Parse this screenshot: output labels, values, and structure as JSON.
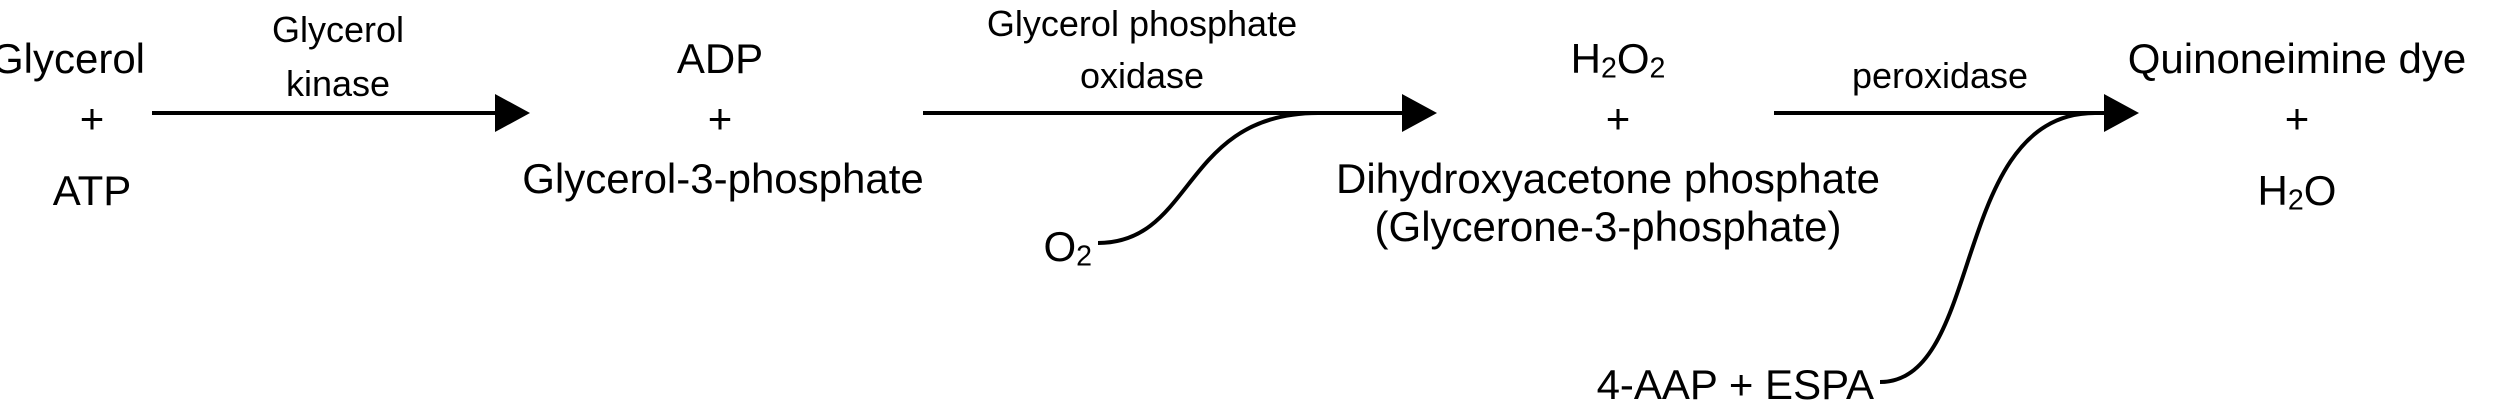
{
  "species": {
    "glycerol": "Glycerol",
    "plus_1": "+",
    "atp": "ATP",
    "adp": "ADP",
    "plus_2": "+",
    "g3p": "Glycerol-3-phosphate",
    "o2_main": "O",
    "o2_sub": "2",
    "h2o2_h": "H",
    "h2o2_2a": "2",
    "h2o2_o": "O",
    "h2o2_2b": "2",
    "plus_3": "+",
    "dhap": "Dihydroxyacetone phosphate",
    "dhap_alt": "(Glycerone-3-phosphate)",
    "aap_espa": "4-AAP + ESPA",
    "dye": "Quinoneimine dye",
    "plus_4": "+",
    "h2o_h": "H",
    "h2o_2": "2",
    "h2o_o": "O"
  },
  "enzymes": {
    "glycerol_kinase_1": "Glycerol",
    "glycerol_kinase_2": "kinase",
    "gpo_1": "Glycerol phosphate",
    "gpo_2": "oxidase",
    "peroxidase": "peroxidase"
  }
}
